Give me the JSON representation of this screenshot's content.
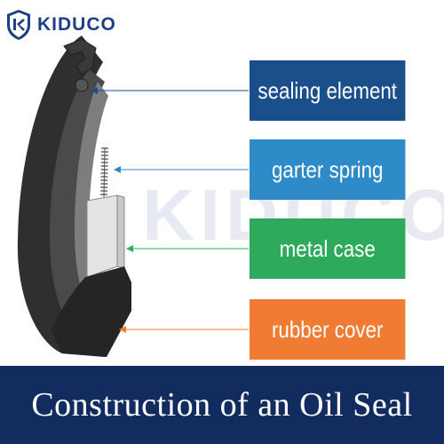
{
  "brand": {
    "name": "KIDUCO",
    "watermark": "KIDUCO",
    "color": "#1d3f86"
  },
  "labels": [
    {
      "text": "sealing element",
      "color": "#1a4f8c"
    },
    {
      "text": "garter spring",
      "color": "#2f8ac8"
    },
    {
      "text": "metal case",
      "color": "#2daa5c"
    },
    {
      "text": "rubber cover",
      "color": "#f07b33"
    }
  ],
  "footer": {
    "title": "Construction of an Oil Seal",
    "background": "#122c60"
  },
  "icons": {
    "logo": "shield-icon"
  }
}
